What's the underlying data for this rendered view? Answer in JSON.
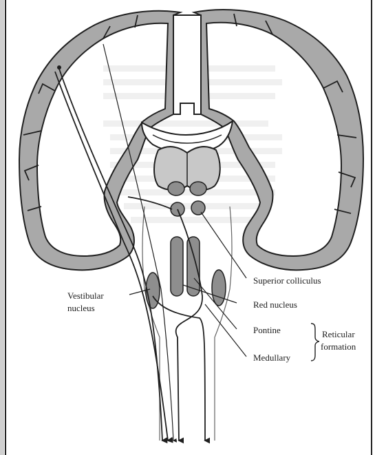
{
  "labels": {
    "vestibular_line1": "Vestibular",
    "vestibular_line2": "nucleus",
    "superior_colliculus": "Superior colliculus",
    "red_nucleus": "Red nucleus",
    "pontine": "Pontine",
    "medullary": "Medullary",
    "reticular_line1": "Reticular",
    "reticular_line2": "formation"
  },
  "colors": {
    "cortex": "#a9a9a9",
    "structure": "#8e8e8e",
    "outline": "#1f1f1f",
    "background": "#ffffff"
  }
}
